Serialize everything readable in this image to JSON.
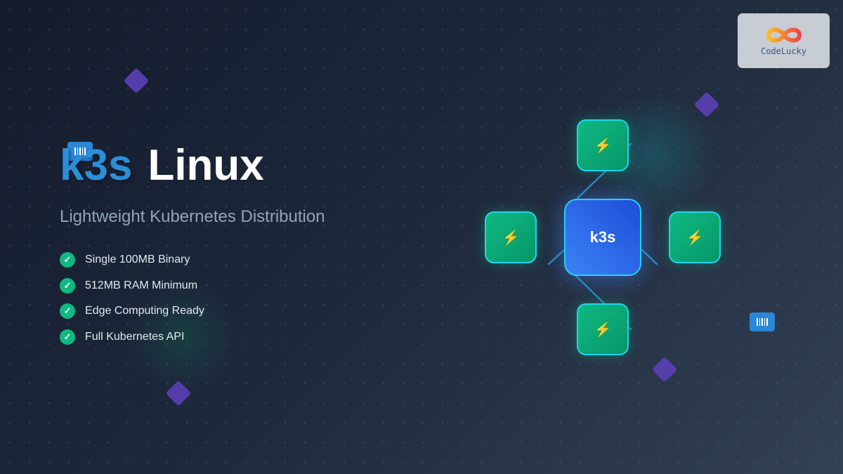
{
  "title": {
    "accent": "k3s",
    "main": "Linux"
  },
  "subtitle": "Lightweight Kubernetes Distribution",
  "features": [
    {
      "label": "Single 100MB Binary",
      "icon": "check-icon"
    },
    {
      "label": "512MB RAM Minimum",
      "icon": "check-icon"
    },
    {
      "label": "Edge Computing Ready",
      "icon": "check-icon"
    },
    {
      "label": "Full Kubernetes API",
      "icon": "check-icon"
    }
  ],
  "diagram": {
    "center_label": "k3s",
    "node_icon": "lightning-icon",
    "node_count": 4
  },
  "logo": {
    "text": "CodeLucky"
  },
  "colors": {
    "accent_blue": "#2b8fd9",
    "node_green": "#10b981",
    "border_cyan": "#22d3ee",
    "diamond_purple": "#5b3fb8",
    "bolt_orange": "#f97316"
  }
}
